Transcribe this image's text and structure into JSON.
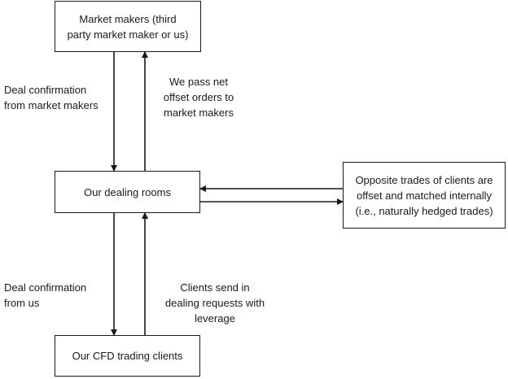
{
  "nodes": {
    "market_makers": "Market makers (third\nparty market maker or us)",
    "dealing_rooms": "Our dealing rooms",
    "internal_matching": "Opposite trades of clients are\noffset and matched internally\n(i.e., naturally hedged trades)",
    "cfd_clients": "Our CFD trading clients"
  },
  "edge_labels": {
    "confirm_from_market_makers": "Deal confirmation\nfrom market makers",
    "net_offset_orders": "We pass net\noffset orders to\nmarket makers",
    "confirm_from_us": "Deal confirmation\nfrom us",
    "client_requests": "Clients send in\ndealing requests with\nleverage"
  }
}
